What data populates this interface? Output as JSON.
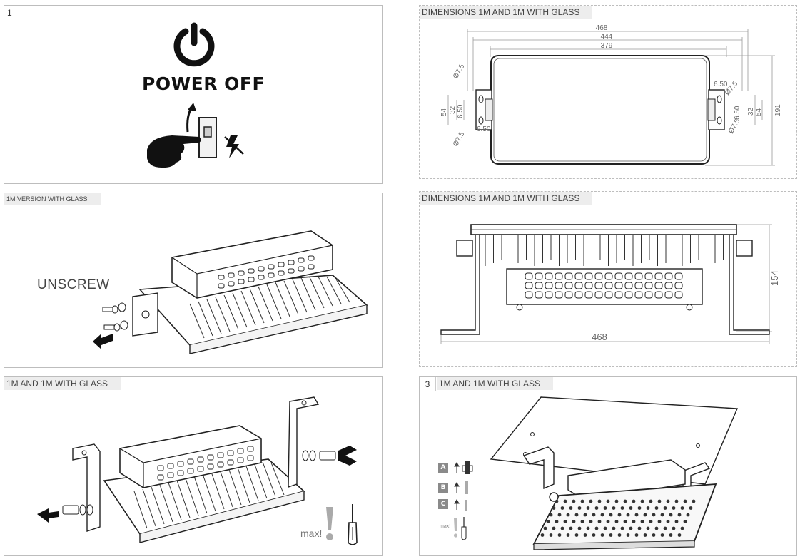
{
  "panels": {
    "p1": {
      "number": "1",
      "title": "POWER OFF"
    },
    "p2": {
      "tag": "DIMENSIONS 1M AND 1M WITH GLASS",
      "dims": [
        "468",
        "444",
        "379",
        "6.50",
        "Ø7.5",
        "Ø7.5",
        "54",
        "32",
        "6.50",
        "6.50",
        "Ø7.5",
        "Ø7.5",
        "6.50",
        "32",
        "54",
        "191"
      ]
    },
    "p3": {
      "tag": "1M VERSION WITH GLASS",
      "instruction": "UNSCREW"
    },
    "p4": {
      "tag": "DIMENSIONS 1M AND 1M WITH GLASS",
      "height": "154",
      "width": "468"
    },
    "p5": {
      "tag": "1M AND 1M WITH GLASS",
      "max_label": "max!"
    },
    "p6": {
      "number": "3",
      "tag": "1M AND 1M WITH GLASS",
      "steps": [
        "A",
        "B",
        "C"
      ],
      "max_label": "max!"
    }
  }
}
